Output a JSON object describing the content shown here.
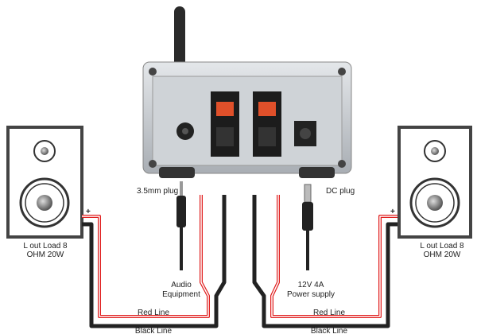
{
  "labels": {
    "plug_35mm": "3.5mm plug",
    "dc_plug": "DC plug",
    "audio_line1": "Audio",
    "audio_line2": "Equipment",
    "power_line1": "12V 4A",
    "power_line2": "Power supply",
    "red_line": "Red Line",
    "black_line": "Black Line",
    "speaker_left_line1": "L out Load 8",
    "speaker_left_line2": "OHM 20W",
    "speaker_right_line1": "L out Load 8",
    "speaker_right_line2": "OHM 20W",
    "plus": "+",
    "minus": "−"
  },
  "colors": {
    "red_wire": "#e02020",
    "black_wire": "#222222",
    "amp_body": "#c9cdd2",
    "terminal_red": "#e0502a"
  }
}
